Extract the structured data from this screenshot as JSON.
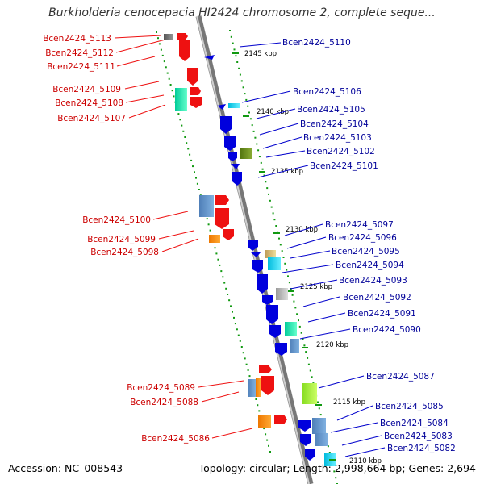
{
  "title": "Burkholderia cenocepacia HI2424 chromosome 2, complete seque...",
  "footer": {
    "accession": "Accession: NC_008543",
    "summary": "Topology: circular; Length: 2,998,664 bp; Genes: 2,694"
  },
  "colors": {
    "red_gene": "#ee1111",
    "blue_gene": "#0000dd",
    "track_dots": "#119911",
    "backbone": "#888888",
    "left_label": "#cc0000",
    "right_label": "#000099"
  },
  "scale_ticks": [
    "2145 kbp",
    "2140 kbp",
    "2135 kbp",
    "2130 kbp",
    "2125 kbp",
    "2120 kbp",
    "2115 kbp",
    "2110 kbp"
  ],
  "left_genes": [
    "Bcen2424_5113",
    "Bcen2424_5112",
    "Bcen2424_5111",
    "Bcen2424_5109",
    "Bcen2424_5108",
    "Bcen2424_5107",
    "Bcen2424_5100",
    "Bcen2424_5099",
    "Bcen2424_5098",
    "Bcen2424_5089",
    "Bcen2424_5088",
    "Bcen2424_5086"
  ],
  "right_genes": [
    "Bcen2424_5110",
    "Bcen2424_5106",
    "Bcen2424_5105",
    "Bcen2424_5104",
    "Bcen2424_5103",
    "Bcen2424_5102",
    "Bcen2424_5101",
    "Bcen2424_5097",
    "Bcen2424_5096",
    "Bcen2424_5095",
    "Bcen2424_5094",
    "Bcen2424_5093",
    "Bcen2424_5092",
    "Bcen2424_5091",
    "Bcen2424_5090",
    "Bcen2424_5087",
    "Bcen2424_5085",
    "Bcen2424_5084",
    "Bcen2424_5083",
    "Bcen2424_5082"
  ]
}
